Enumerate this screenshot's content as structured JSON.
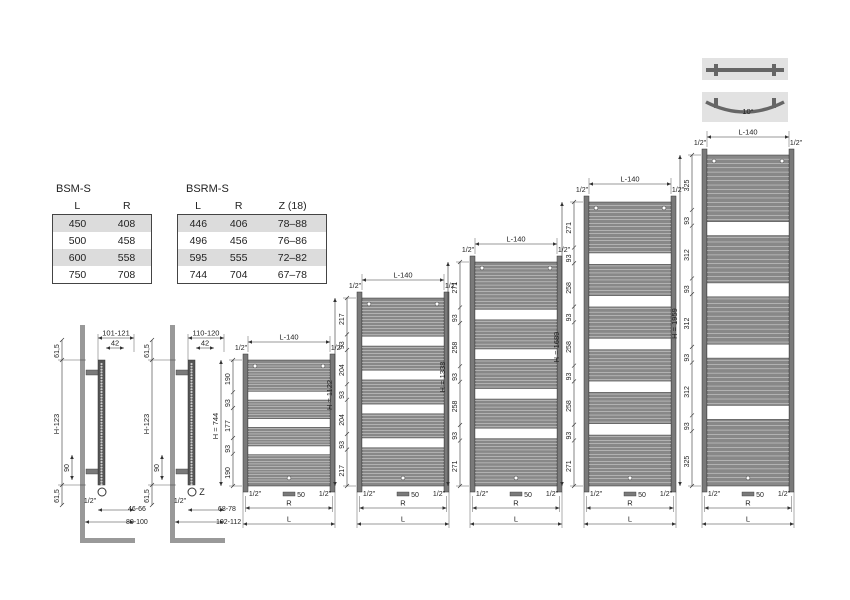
{
  "tables": [
    {
      "title": "BSM-S",
      "headers": [
        "L",
        "R"
      ],
      "rows": [
        [
          "450",
          "408"
        ],
        [
          "500",
          "458"
        ],
        [
          "600",
          "558"
        ],
        [
          "750",
          "708"
        ]
      ]
    },
    {
      "title": "BSRM-S",
      "headers": [
        "L",
        "R",
        "Z (18)"
      ],
      "rows": [
        [
          "446",
          "406",
          "78–88"
        ],
        [
          "496",
          "456",
          "76–86"
        ],
        [
          "595",
          "555",
          "72–82"
        ],
        [
          "744",
          "704",
          "67–78"
        ]
      ]
    }
  ],
  "side_views": [
    {
      "top": "61,5",
      "bottom": "61,5",
      "h": "H-123",
      "spacing": "90",
      "depth_top": "101-121",
      "depth_inner": "42",
      "pipe": "1/2\"",
      "conn": "46-66",
      "wall": "80-100",
      "z_label": ""
    },
    {
      "top": "61,5",
      "bottom": "61,5",
      "h": "H-123",
      "spacing": "90",
      "depth_top": "110-120",
      "depth_inner": "42",
      "pipe": "1/2\"",
      "conn": "68-78",
      "wall": "102-112",
      "z_label": "Z"
    }
  ],
  "radiators": [
    {
      "h_label": "H = 744",
      "sections": [
        "190",
        "93",
        "177",
        "93",
        "190"
      ],
      "pattern": [
        11,
        "w",
        7,
        "w",
        7,
        "w",
        11
      ]
    },
    {
      "h_label": "H = 1122",
      "sections": [
        "217",
        "93",
        "204",
        "93",
        "204",
        "93",
        "217"
      ],
      "pattern": [
        12,
        "w",
        8,
        "w",
        8,
        "w",
        8,
        "w",
        12
      ]
    },
    {
      "h_label": "H = 1338",
      "sections": [
        "271",
        "93",
        "258",
        "93",
        "258",
        "93",
        "271"
      ],
      "pattern": [
        14,
        "w",
        9,
        "w",
        9,
        "w",
        9,
        "w",
        14
      ]
    },
    {
      "h_label": "H = 1689",
      "sections": [
        "271",
        "93",
        "258",
        "93",
        "258",
        "93",
        "258",
        "93",
        "271"
      ],
      "pattern": [
        14,
        "w",
        9,
        "w",
        9,
        "w",
        9,
        "w",
        9,
        "w",
        14
      ]
    },
    {
      "h_label": "H = 1959",
      "sections": [
        "325",
        "93",
        "312",
        "93",
        "312",
        "93",
        "312",
        "93",
        "325"
      ],
      "pattern": [
        15,
        "w",
        11,
        "w",
        11,
        "w",
        11,
        "w",
        15
      ]
    }
  ],
  "labels": {
    "top_width": "L-140",
    "half_inch": "1/2\"",
    "r": "R",
    "l": "L",
    "connection_offset": "50",
    "bend_angle": "10°"
  },
  "colors": {
    "line": "#333333",
    "panel": "#7a7a7a",
    "fill_dark": "#888888",
    "white_gap": "#ffffff",
    "wall": "#999999"
  }
}
